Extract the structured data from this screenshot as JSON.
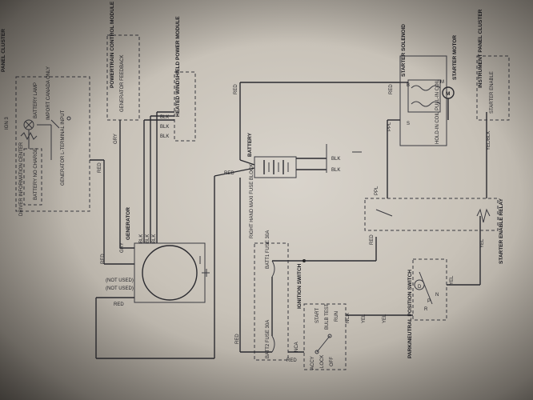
{
  "labels": {
    "panel_cluster": "PANEL CLUSTER",
    "battery_lamp": "BATTERY LAMP",
    "import_canada_only": "IMPORT CANADA ONLY",
    "ign3": "IGN 3",
    "generator_terminal_input": "GENERATOR L-TERMINAL INPUT",
    "driver_info_center": "DRIVER INFORMATION CENTER",
    "battery_no_charge": "BATTERY NO CHARGE",
    "powertrain_control_module": "POWERTRAIN CONTROL MODULE",
    "generator_feedback": "GENERATOR FEEDBACK",
    "heated_windshield_module": "HEATED WINDSHIELD POWER MODULE",
    "generator": "GENERATOR",
    "not_used_1": "(NOT USED)",
    "not_used_2": "(NOT USED)",
    "battery": "BATTERY",
    "right_hand_maxi_fuse": "RIGHT HAND MAXI FUSE BLOCK",
    "batt1_fuse": "BATT1 FUSE 30A",
    "batt2_fuse": "BATT2 FUSE 30A",
    "ignition_switch": "IGNITION SWITCH",
    "accy": "ACCY",
    "lock": "LOCK",
    "off": "OFF",
    "start": "START",
    "bulb_test": "BULB TEST",
    "run": "RUN",
    "park_neutral_switch": "PARK/NEUTRAL POSITION SWITCH",
    "starter_solenoid": "STARTER SOLENOID",
    "starter_motor": "STARTER MOTOR",
    "pull_in_coil": "PULL-IN COIL",
    "hold_in_coil": "HOLD-IN COIL",
    "instrument_panel_cluster": "INSTRUMENT PANEL CLUSTER",
    "starter_enable": "STARTER ENABLE",
    "starter_enable_relay": "STARTER ENABLE RELAY",
    "motor_symbol": "M",
    "pos_d": "D",
    "pos_p": "P",
    "pos_n": "N",
    "pos_r": "R",
    "term_b": "B",
    "term_m": "M",
    "term_s": "S"
  },
  "wire_colors": {
    "red": "RED",
    "gry": "GRY",
    "blk": "BLK",
    "ppl": "PPL",
    "yel": "YEL",
    "yel_blk": "YEL/BLK",
    "nca": "NCA"
  }
}
